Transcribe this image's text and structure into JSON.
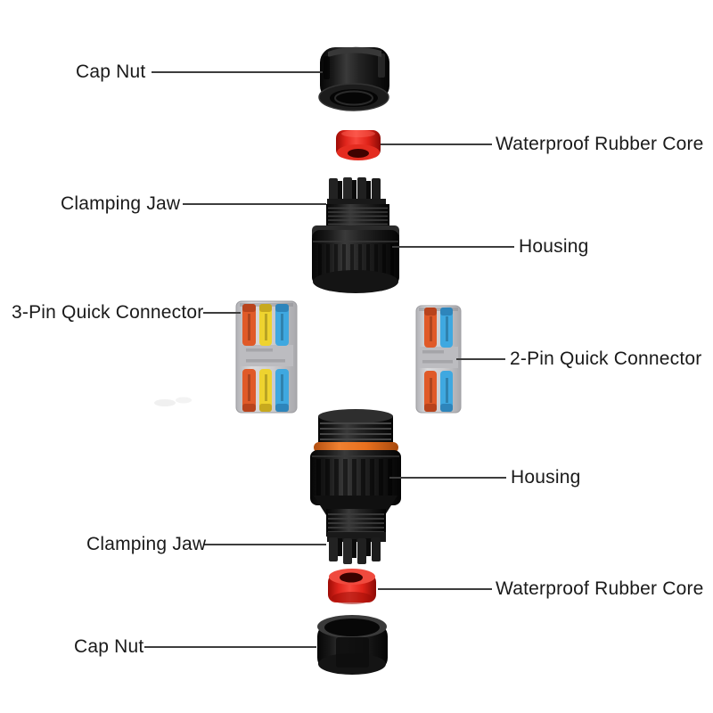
{
  "diagram": {
    "labels": {
      "cap_nut_top": "Cap Nut",
      "rubber_core_top": "Waterproof Rubber Core",
      "clamping_jaw_top": "Clamping Jaw",
      "housing_top": "Housing",
      "three_pin_connector": "3-Pin Quick Connector",
      "two_pin_connector": "2-Pin Quick Connector",
      "housing_bottom": "Housing",
      "clamping_jaw_bottom": "Clamping Jaw",
      "rubber_core_bottom": "Waterproof Rubber Core",
      "cap_nut_bottom": "Cap Nut"
    },
    "colors": {
      "background": "#ffffff",
      "label_text": "#1a1a1a",
      "leader_line": "#3d3d3d",
      "part_black": "#1b1b1b",
      "rubber_core_red": "#e8231c",
      "seal_ring_orange": "#e8711c",
      "lever_orange": "#e05a28",
      "lever_yellow": "#eed32f",
      "lever_blue": "#3fa8e0",
      "connector_body_gray": "#c9c9cd"
    }
  }
}
